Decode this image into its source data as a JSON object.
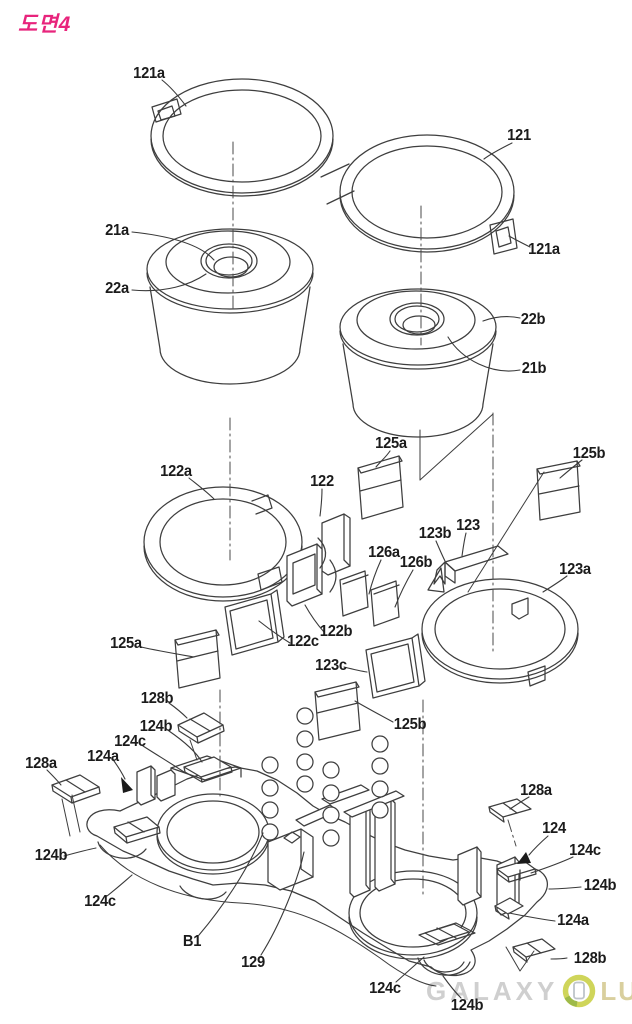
{
  "figure": {
    "caption": "도면4",
    "caption_color": "#e8247c",
    "line_color": "#3e3e3e",
    "background": "#ffffff"
  },
  "labels": [
    {
      "id": "121a-top",
      "text": "121a"
    },
    {
      "id": "121",
      "text": "121"
    },
    {
      "id": "121a-right",
      "text": "121a"
    },
    {
      "id": "21a",
      "text": "21a"
    },
    {
      "id": "22a",
      "text": "22a"
    },
    {
      "id": "22b",
      "text": "22b"
    },
    {
      "id": "21b",
      "text": "21b"
    },
    {
      "id": "125a-top",
      "text": "125a"
    },
    {
      "id": "122a",
      "text": "122a"
    },
    {
      "id": "122",
      "text": "122"
    },
    {
      "id": "125b-top",
      "text": "125b"
    },
    {
      "id": "123b",
      "text": "123b"
    },
    {
      "id": "123",
      "text": "123"
    },
    {
      "id": "126a",
      "text": "126a"
    },
    {
      "id": "126b",
      "text": "126b"
    },
    {
      "id": "123a",
      "text": "123a"
    },
    {
      "id": "125a-left",
      "text": "125a"
    },
    {
      "id": "122c",
      "text": "122c"
    },
    {
      "id": "122b",
      "text": "122b"
    },
    {
      "id": "123c",
      "text": "123c"
    },
    {
      "id": "125b-mid",
      "text": "125b"
    },
    {
      "id": "128b-left",
      "text": "128b"
    },
    {
      "id": "124b-topleft",
      "text": "124b"
    },
    {
      "id": "124c-topleft",
      "text": "124c"
    },
    {
      "id": "124a-left",
      "text": "124a"
    },
    {
      "id": "128a-left",
      "text": "128a"
    },
    {
      "id": "124b-left",
      "text": "124b"
    },
    {
      "id": "124c-left",
      "text": "124c"
    },
    {
      "id": "B1",
      "text": "B1"
    },
    {
      "id": "129",
      "text": "129"
    },
    {
      "id": "124c-bottom",
      "text": "124c"
    },
    {
      "id": "128a-right",
      "text": "128a"
    },
    {
      "id": "124",
      "text": "124"
    },
    {
      "id": "124c-right",
      "text": "124c"
    },
    {
      "id": "124b-right",
      "text": "124b"
    },
    {
      "id": "124a-right",
      "text": "124a"
    },
    {
      "id": "128b-right",
      "text": "128b"
    },
    {
      "id": "124b-bottom",
      "text": "124b"
    }
  ],
  "watermark": {
    "text_left": "GALAXY",
    "text_right": "LUB",
    "letter_color": "#cbcbcb",
    "club_color": "#d6cc96",
    "ring_color": "#ccd24d",
    "ring_accent": "#96b53a"
  }
}
